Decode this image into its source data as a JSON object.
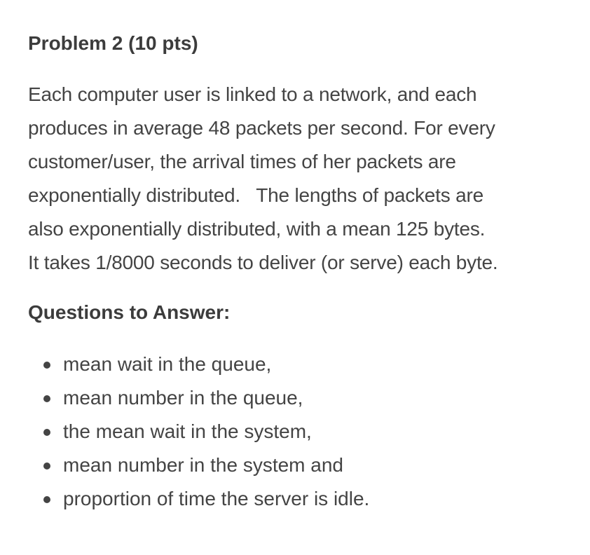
{
  "problem": {
    "title": "Problem 2 (10 pts)",
    "description_lines": [
      "Each computer user is linked to a network, and each",
      "produces in average 48 packets per second. For every",
      "customer/user, the arrival times of her packets are",
      "exponentially distributed.   The lengths of packets are",
      "also exponentially distributed, with a mean 125 bytes.",
      "It takes 1/8000 seconds to deliver (or serve) each byte."
    ]
  },
  "questions": {
    "heading": "Questions to Answer:",
    "items": [
      "mean wait in the queue,",
      "mean number in the queue,",
      "the mean wait in the system,",
      "mean number in the system and",
      "proportion of time the server is idle."
    ]
  }
}
